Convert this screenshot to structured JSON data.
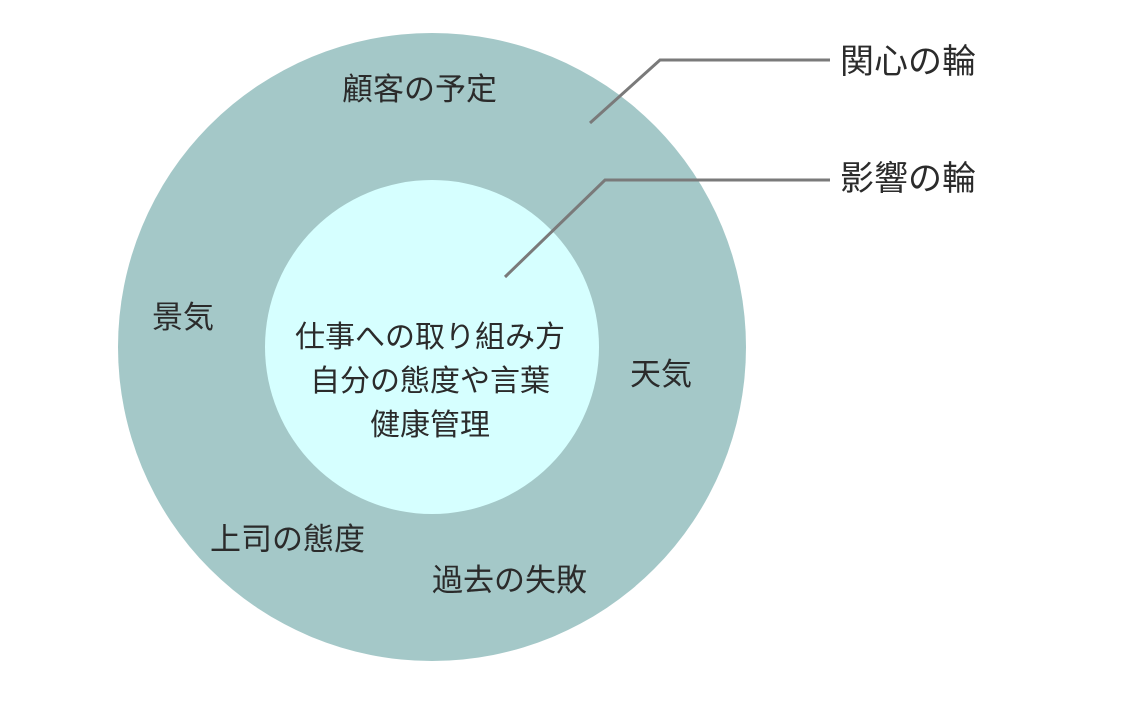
{
  "colors": {
    "outer_ring": "#a4c8c8",
    "inner_circle": "#d6ffff",
    "leader_line": "#7a7a7a",
    "text": "#2b2b2b"
  },
  "legend": {
    "concern_label": "関心の輪",
    "influence_label": "影響の輪"
  },
  "outer": {
    "items": [
      "顧客の予定",
      "景気",
      "天気",
      "上司の態度",
      "過去の失敗"
    ]
  },
  "inner": {
    "lines": [
      "仕事への取り組み方",
      "自分の態度や言葉",
      "健康管理"
    ]
  }
}
